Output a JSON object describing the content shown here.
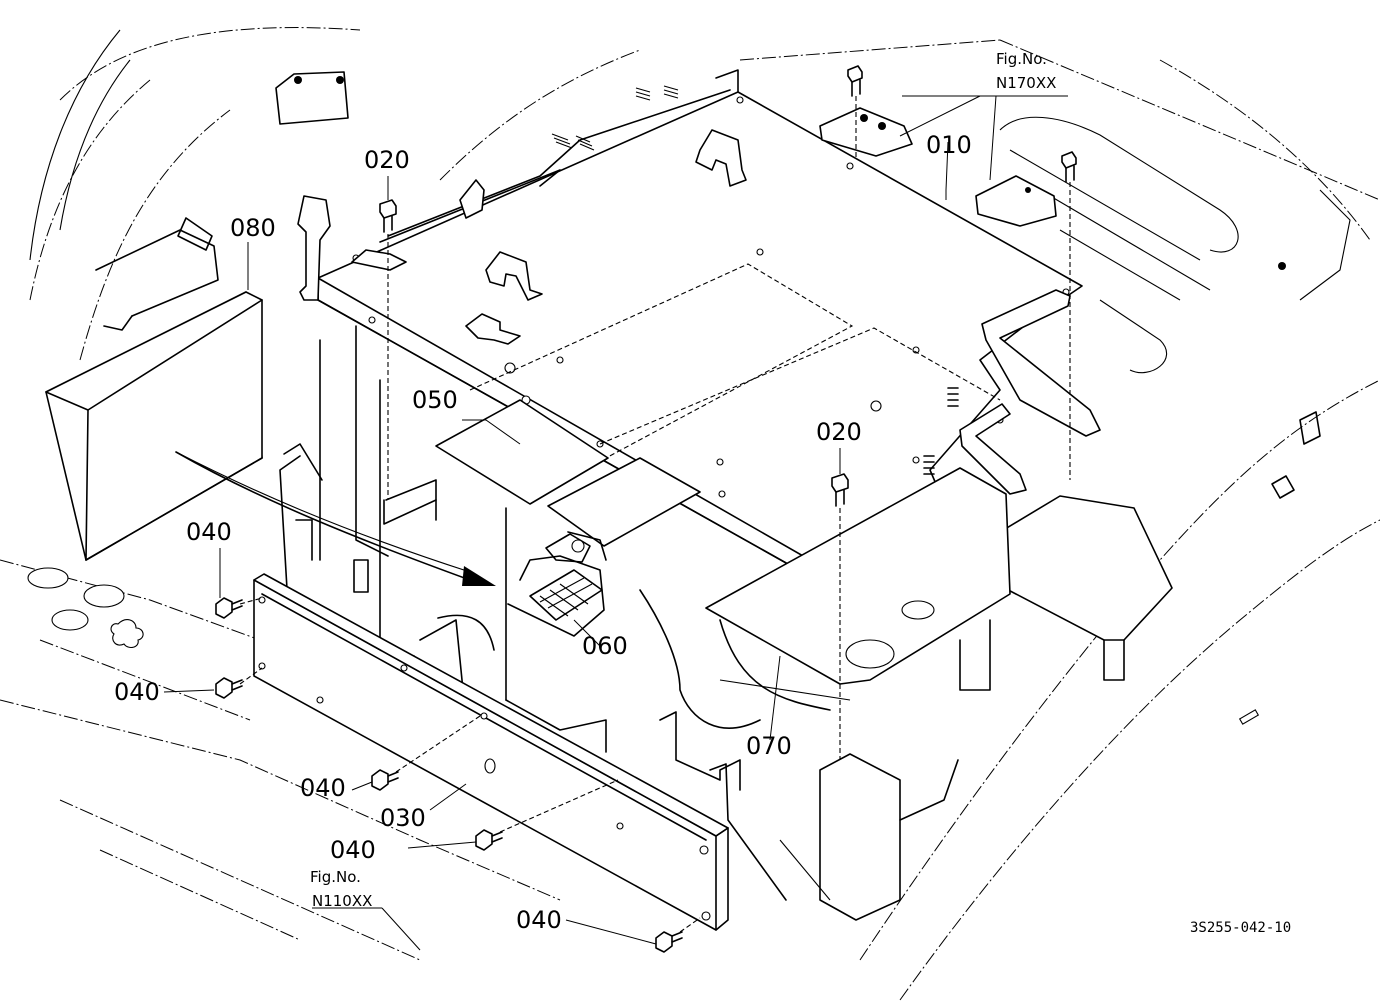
{
  "labels": {
    "p010": "010",
    "p020a": "020",
    "p020b": "020",
    "p030": "030",
    "p040a": "040",
    "p040b": "040",
    "p040c": "040",
    "p040d": "040",
    "p040e": "040",
    "p050": "050",
    "p060": "060",
    "p070": "070",
    "p080": "080"
  },
  "refs": {
    "upper_title": "Fig.No.",
    "upper_code": "N170XX",
    "lower_title": "Fig.No.",
    "lower_code": "N110XX"
  },
  "drawing_number": "3S255-042-10",
  "colors": {
    "ink": "#000000",
    "paper": "#ffffff"
  }
}
